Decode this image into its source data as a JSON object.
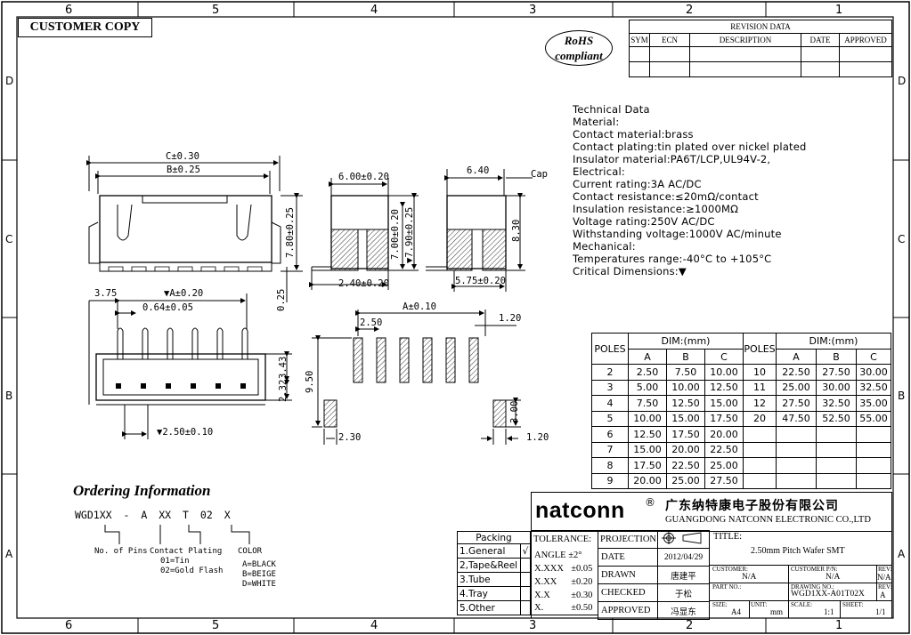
{
  "frame": {
    "cols": [
      "6",
      "5",
      "4",
      "3",
      "2",
      "1"
    ],
    "rows": [
      "D",
      "C",
      "B",
      "A"
    ]
  },
  "header": {
    "customer_copy": "CUSTOMER COPY",
    "rohs_line1": "RoHS",
    "rohs_line2": "compliant"
  },
  "revision": {
    "title": "REVISION DATA",
    "headers": [
      "SYM",
      "ECN",
      "DESCRIPTION",
      "DATE",
      "APPROVED"
    ]
  },
  "tech": {
    "lines": [
      "Technical Data",
      "Material:",
      "Contact material:brass",
      "Contact plating:tin plated over nickel plated",
      "Insulator material:PA6T/LCP,UL94V-2,",
      "Electrical:",
      "Current rating:3A AC/DC",
      "Contact resistance:≤20mΩ/contact",
      "Insulation resistance:≥1000MΩ",
      "Voltage rating:250V AC/DC",
      "Withstanding voltage:1000V AC/minute",
      "Mechanical:",
      "Temperatures range:-40°C to +105°C",
      "Critical Dimensions:▼"
    ]
  },
  "dims": {
    "c": "C±0.30",
    "b": "B±0.25",
    "h780": "7.80±0.25",
    "d025": "0.25",
    "w600": "6.00±0.20",
    "h700": "7.00±0.20",
    "h790": "▼7.90±0.25",
    "w240": "2.40±0.20",
    "w640": "6.40",
    "cap": "Cap",
    "h830": "8.30",
    "w575": "5.75±0.20",
    "d375": "3.75",
    "a020": "▼A±0.20",
    "d064": "0.64±0.05",
    "d343": "3.43",
    "d232": "2.32",
    "d250p": "▼2.50±0.10",
    "a010": "A±0.10",
    "d250": "2.50",
    "d120a": "1.20",
    "d950": "9.50",
    "d300": "3.00",
    "d230": "2.30",
    "d120b": "1.20"
  },
  "poles_table": {
    "h_poles": "POLES",
    "h_dim": "DIM:(mm)",
    "h_a": "A",
    "h_b": "B",
    "h_c": "C",
    "left": [
      [
        "2",
        "2.50",
        "7.50",
        "10.00"
      ],
      [
        "3",
        "5.00",
        "10.00",
        "12.50"
      ],
      [
        "4",
        "7.50",
        "12.50",
        "15.00"
      ],
      [
        "5",
        "10.00",
        "15.00",
        "17.50"
      ],
      [
        "6",
        "12.50",
        "17.50",
        "20.00"
      ],
      [
        "7",
        "15.00",
        "20.00",
        "22.50"
      ],
      [
        "8",
        "17.50",
        "22.50",
        "25.00"
      ],
      [
        "9",
        "20.00",
        "25.00",
        "27.50"
      ]
    ],
    "right": [
      [
        "10",
        "22.50",
        "27.50",
        "30.00"
      ],
      [
        "11",
        "25.00",
        "30.00",
        "32.50"
      ],
      [
        "12",
        "27.50",
        "32.50",
        "35.00"
      ],
      [
        "20",
        "47.50",
        "52.50",
        "55.00"
      ],
      [
        "",
        "",
        "",
        ""
      ],
      [
        "",
        "",
        "",
        ""
      ],
      [
        "",
        "",
        "",
        ""
      ],
      [
        "",
        "",
        "",
        ""
      ]
    ]
  },
  "ordering": {
    "title": "Ordering Information",
    "code": [
      "WGD1XX",
      "-",
      "A",
      "XX",
      "T",
      "02",
      "X"
    ],
    "pins": "No. of Pins",
    "plating_t": "Contact Plating",
    "plating_1": "01=Tin",
    "plating_2": "02=Gold Flash",
    "color_t": "COLOR",
    "color_a": "A=BLACK",
    "color_b": "B=BEIGE",
    "color_d": "D=WHITE"
  },
  "packing": {
    "title": "Packing",
    "items": [
      "1.General",
      "2,Tape&Reel",
      "3.Tube",
      "4.Tray",
      "5.Other"
    ],
    "check": "√"
  },
  "title_block": {
    "brand": "natconn",
    "reg": "®",
    "cn_name": "广东纳特康电子股份有限公司",
    "en_name": "GUANGDONG NATCONN ELECTRONIC CO.,LTD",
    "tolerance": "TOLERANCE:",
    "angle": "ANGLE ±2°",
    "t1k": "X.XXX",
    "t1v": "±0.05",
    "t2k": "X.XX",
    "t2v": "±0.20",
    "t3k": "X.X",
    "t3v": "±0.30",
    "t4k": "X.",
    "t4v": "±0.50",
    "projection": "PROJECTION",
    "date_l": "DATE",
    "date_v": "2012/04/29",
    "drawn_l": "DRAWN",
    "drawn_v": "唐建平",
    "checked_l": "CHECKED",
    "checked_v": "于松",
    "approved_l": "APPROVED",
    "approved_v": "冯显东",
    "title_l": "TITLE:",
    "title_v": "2.50mm Pitch Wafer SMT",
    "customer_l": "CUSTOMER:",
    "customer_v": "N/A",
    "cpn_l": "CUSTOMER P/N:",
    "cpn_v": "N/A",
    "rev_l": "REV:",
    "rev_v1": "N/A",
    "partno_l": "PART NO.:",
    "drawno_l": "DRAWING NO.:",
    "drawno_v": "WGD1XX-A01T02X",
    "rev_v2": "A",
    "size_l": "SIZE:",
    "size_v": "A4",
    "unit_l": "UNIT:",
    "unit_v": "mm",
    "scale_l": "SCALE:",
    "scale_v": "1:1",
    "sheet_l": "SHEET:",
    "sheet_v": "1/1"
  }
}
